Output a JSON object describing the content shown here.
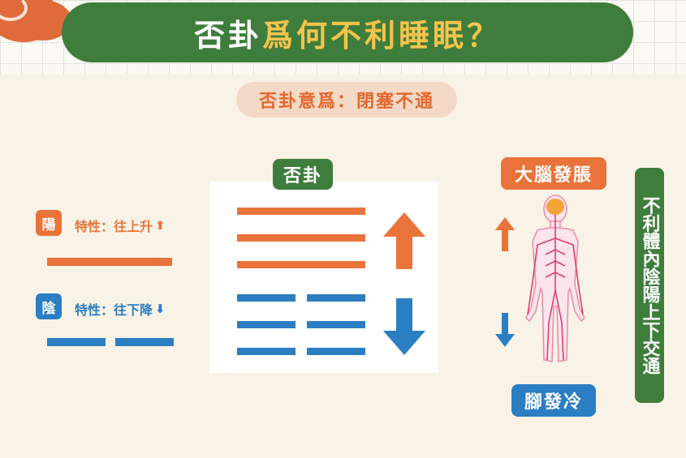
{
  "colors": {
    "green": "#3f7d3c",
    "orange": "#e9733a",
    "blue": "#2c7ec2",
    "yellow": "#f6c44c",
    "background": "#f8f3e6"
  },
  "header": {
    "title_part1": "否卦",
    "title_part2": "爲何不利睡眠？",
    "logo_icon": "cloud-swirl-icon"
  },
  "subtitle": "否卦意爲：閉塞不通",
  "legend": {
    "yang": {
      "tag": "陽",
      "trait": "特性：往上升",
      "arrow": "⬆"
    },
    "yin": {
      "tag": "陰",
      "trait": "特性：往下降",
      "arrow": "⬇"
    }
  },
  "hexagram": {
    "label": "否卦",
    "lines": [
      "yang",
      "yang",
      "yang",
      "yin",
      "yin",
      "yin"
    ],
    "up_arrow_icon": "arrow-up-icon",
    "down_arrow_icon": "arrow-down-icon"
  },
  "body_figure": {
    "top_label": "大腦發脹",
    "bottom_label": "腳發冷",
    "figure_icon": "human-nervous-system-icon"
  },
  "side_label": "不利體內陰陽上下交通"
}
